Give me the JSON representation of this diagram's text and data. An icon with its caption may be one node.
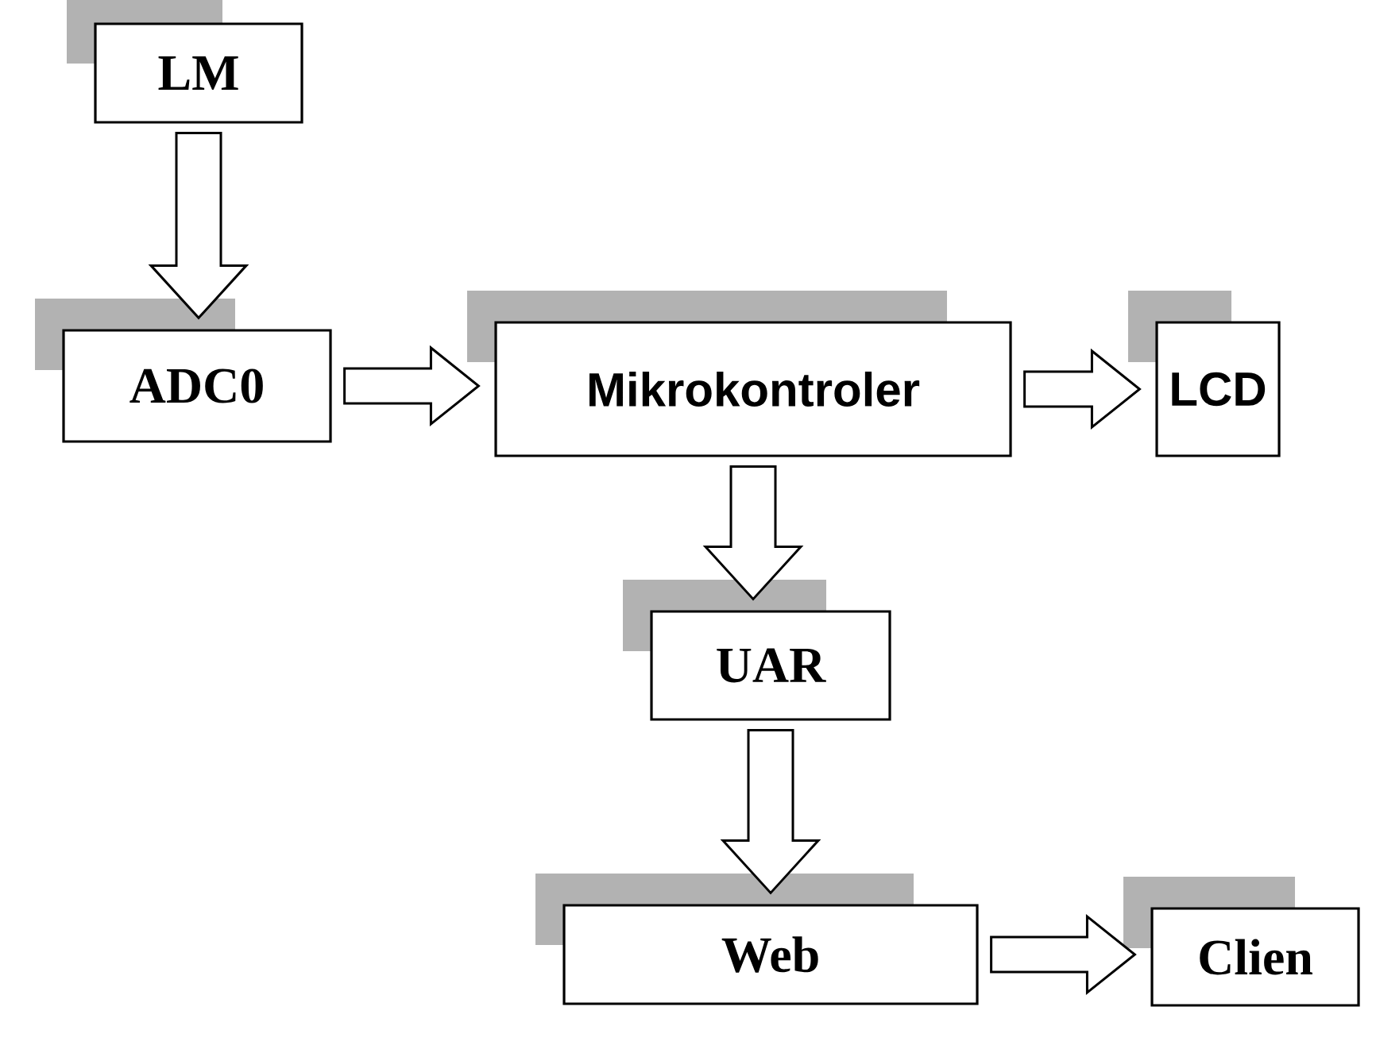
{
  "diagram": {
    "nodes": [
      {
        "text": [
          "LM"
        ]
      },
      {
        "text": [
          "ADC0"
        ]
      },
      {
        "text": [
          "Mikrokontroler"
        ]
      },
      {
        "text": [
          "LCD"
        ]
      },
      {
        "text": [
          "UAR"
        ]
      },
      {
        "text": [
          "Web"
        ]
      },
      {
        "text": [
          "Clien"
        ]
      }
    ],
    "edges": [
      {
        "from": 0,
        "to": 1,
        "arrow": "to"
      },
      {
        "from": 1,
        "to": 2,
        "arrow": "to"
      },
      {
        "from": 2,
        "to": 3,
        "arrow": "to"
      },
      {
        "from": 2,
        "to": 4,
        "arrow": "to"
      },
      {
        "from": 4,
        "to": 5,
        "arrow": "to"
      },
      {
        "from": 5,
        "to": 6,
        "arrow": "to"
      }
    ]
  }
}
